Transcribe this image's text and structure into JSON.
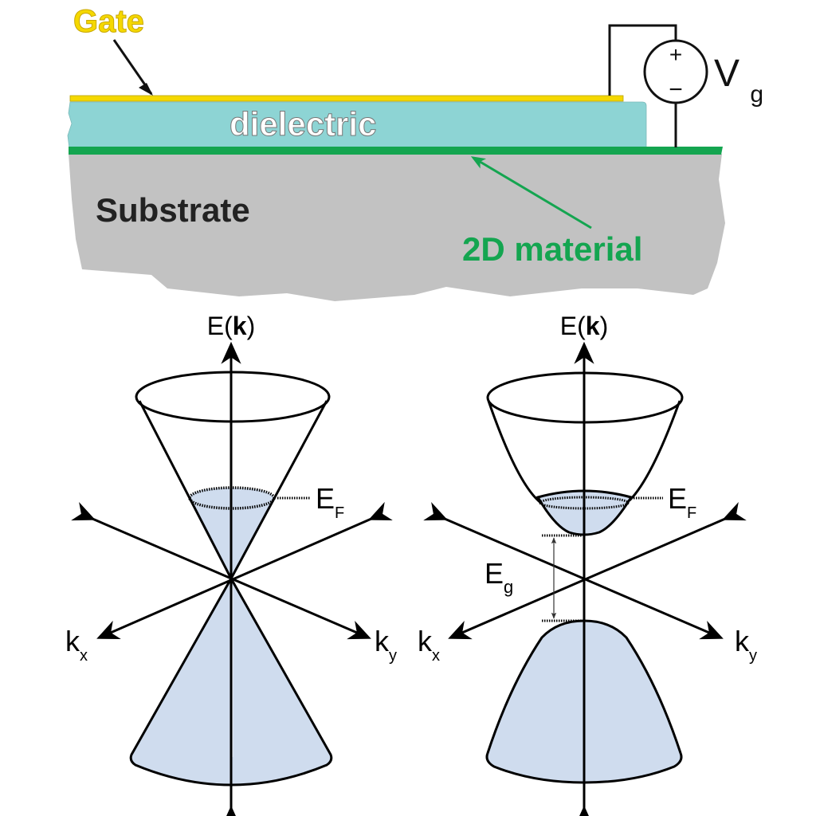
{
  "device": {
    "gate_label": "Gate",
    "dielectric_label": "dielectric",
    "substrate_label": "Substrate",
    "material_label": "2D material",
    "voltage_source": {
      "plus": "+",
      "minus": "−",
      "label_main": "V",
      "label_sub": "g"
    },
    "colors": {
      "gate": "#f5d800",
      "dielectric": "#8dd4d4",
      "material": "#14a550",
      "substrate": "#c2c2c2",
      "fill": "#cfdcee"
    }
  },
  "dirac_cone": {
    "axis_label_prefix": "E(",
    "axis_label_k": "k",
    "axis_label_suffix": ")",
    "fermi_main": "E",
    "fermi_sub": "F",
    "kx_main": "k",
    "kx_sub": "x",
    "ky_main": "k",
    "ky_sub": "y"
  },
  "parabolic_bands": {
    "axis_label_prefix": "E(",
    "axis_label_k": "k",
    "axis_label_suffix": ")",
    "fermi_main": "E",
    "fermi_sub": "F",
    "gap_main": "E",
    "gap_sub": "g",
    "kx_main": "k",
    "kx_sub": "x",
    "ky_main": "k",
    "ky_sub": "y"
  }
}
